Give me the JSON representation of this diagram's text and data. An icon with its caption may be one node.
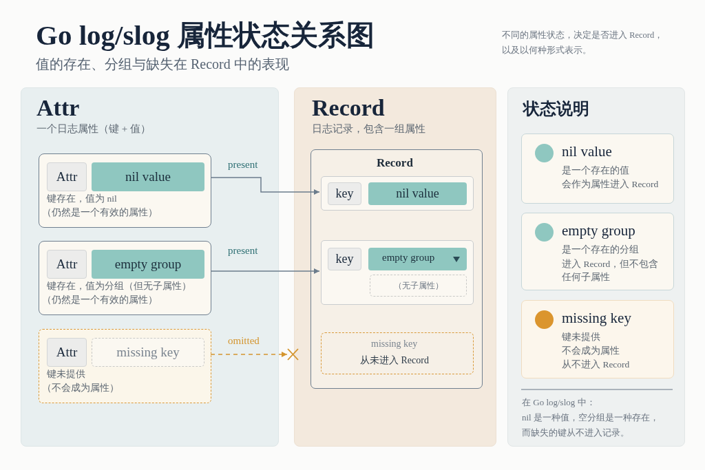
{
  "diagram": {
    "title": "Go log/slog 属性状态关系图",
    "nodes": [
      {
        "text": [
          "Attr",
          "一个日志属性（键 + 值）"
        ]
      },
      {
        "text": [
          "键存在，值为 nil",
          "（仍然是一个有效的属性）"
        ],
        "in": 0
      },
      {
        "text": [
          "Attr"
        ],
        "in": 1
      },
      {
        "text": [
          "nil value"
        ],
        "in": 1
      },
      {
        "text": [
          "键存在，值为分组（但无子属性）",
          "（仍然是一个有效的属性）"
        ],
        "in": 0
      },
      {
        "text": [
          "Attr"
        ],
        "in": 4
      },
      {
        "text": [
          "empty group"
        ],
        "in": 4
      },
      {
        "text": [
          "键未提供",
          "（不会成为属性）"
        ],
        "in": 0
      },
      {
        "text": [
          "Attr"
        ],
        "in": 7
      },
      {
        "text": [
          "missing key"
        ],
        "in": 7
      },
      {
        "text": [
          "Record",
          "日志记录，包含一组属性"
        ]
      },
      {
        "text": [
          "Record"
        ],
        "in": 10
      },
      {
        "text": [],
        "shape": "box",
        "in": 11
      },
      {
        "text": [
          "key"
        ],
        "in": 12
      },
      {
        "text": [
          "nil value"
        ],
        "in": 12
      },
      {
        "text": [],
        "shape": "box",
        "in": 11
      },
      {
        "text": [
          "key"
        ],
        "in": 15
      },
      {
        "text": [
          "empty group"
        ],
        "in": 15
      },
      {
        "text": [
          "（无子属性）"
        ],
        "in": 15
      },
      {
        "text": [
          "missing key",
          "从未进入 Record"
        ],
        "in": 11
      },
      {
        "text": [],
        "shape": "cross"
      },
      {
        "text": [
          "状态说明"
        ]
      },
      {
        "text": [
          "nil value",
          "是一个存在的值",
          "会作为属性进入 Record"
        ],
        "in": 21
      },
      {
        "text": [
          "empty group",
          "是一个存在的分组",
          "进入 Record，但不包含任何子属性"
        ],
        "in": 21
      },
      {
        "text": [
          "missing key",
          "键未提供",
          "不会成为属性",
          "从不进入 Record"
        ],
        "in": 21
      }
    ],
    "edges": [
      {
        "from": 1,
        "to": 12,
        "arrow": "to",
        "label": "present"
      },
      {
        "from": 4,
        "to": 15,
        "arrow": "to",
        "label": "present"
      },
      {
        "from": 7,
        "to": 20,
        "arrow": "to",
        "label": "omitted",
        "style": "dashed",
        "color": "#d4952e"
      }
    ],
    "labels": [
      "值的存在、分组与缺失在 Record 中的表现",
      "不同的属性状态，决定是否进入 Record，以及以何种形式表示。",
      "在 Go log/slog 中：",
      "nil 是一种值，空分组是一种存在，而缺失的键从不进入记录。"
    ]
  }
}
